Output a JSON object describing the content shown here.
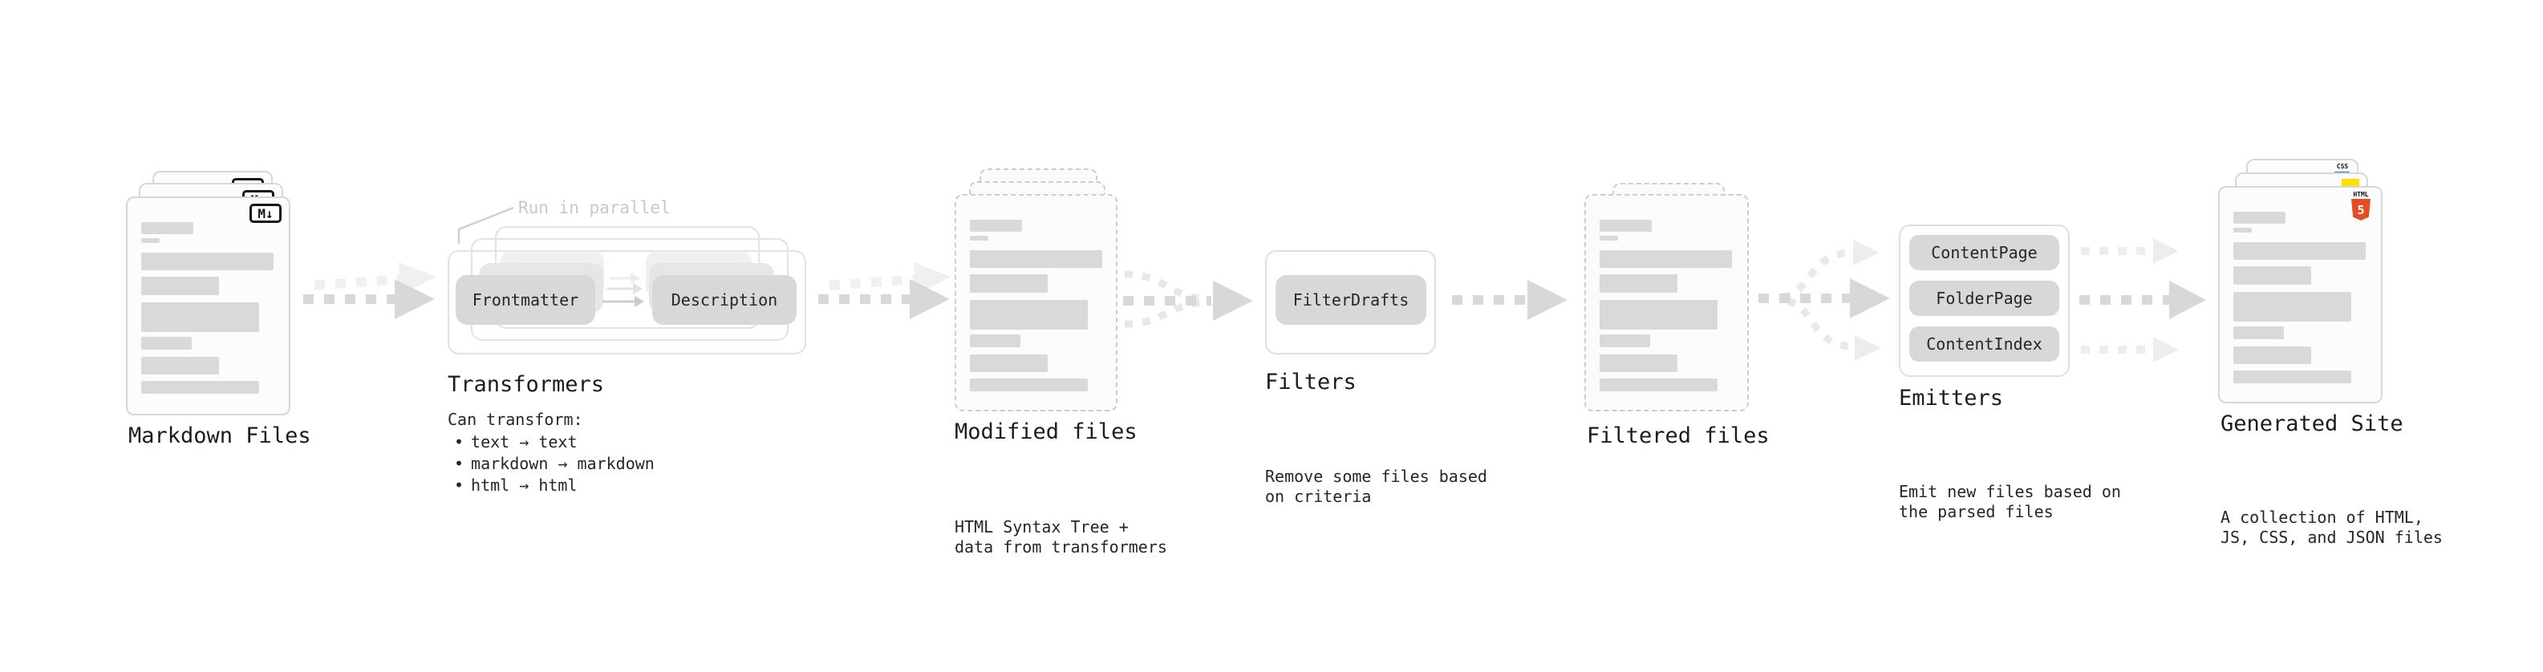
{
  "diagram": {
    "bullet_glyph": "•",
    "callout": "Run in parallel"
  },
  "stages": {
    "markdown": {
      "title": "Markdown Files",
      "badge": "M↓"
    },
    "transformers": {
      "title": "Transformers",
      "desc_heading": "Can transform:",
      "bullets": [
        "text → text",
        "markdown → markdown",
        "html → html"
      ],
      "plugin_from": "Frontmatter",
      "plugin_to": "Description"
    },
    "modified": {
      "title": "Modified files",
      "desc_lines": [
        "HTML Syntax Tree +",
        "data from transformers"
      ]
    },
    "filters": {
      "title": "Filters",
      "plugin": "FilterDrafts",
      "desc_lines": [
        "Remove some files based",
        "on criteria"
      ]
    },
    "filtered": {
      "title": "Filtered files"
    },
    "emitters": {
      "title": "Emitters",
      "plugins": [
        "ContentPage",
        "FolderPage",
        "ContentIndex"
      ],
      "desc_lines": [
        "Emit new files based on",
        "the parsed files"
      ]
    },
    "generated": {
      "title": "Generated Site",
      "desc_lines": [
        "A collection of HTML,",
        "JS, CSS, and JSON files"
      ],
      "css_label": "CSS",
      "html_label": "HTML",
      "html_number": "5"
    }
  },
  "colors": {
    "bar_gray": "#d9d9d9",
    "button_gray": "#d8d8d8",
    "arrow_dark": "#d8d8d8",
    "arrow_light": "#f0f0f0",
    "card_border": "#d7d7d7",
    "dashed_border": "#cdcdcd",
    "muted_text": "#c8c8c8",
    "html5_orange": "#e44d26",
    "js_yellow": "#ffde00",
    "css_blue": "#2b6bea"
  },
  "doc_bars": [
    {
      "w": 65,
      "h": 15,
      "mt": 30
    },
    {
      "w": 23,
      "h": 6,
      "mt": 5
    },
    {
      "w": 165,
      "h": 22,
      "mt": 12
    },
    {
      "w": 97,
      "h": 23,
      "mt": 8
    },
    {
      "w": 147,
      "h": 37,
      "mt": 9
    },
    {
      "w": 63,
      "h": 16,
      "mt": 6
    },
    {
      "w": 97,
      "h": 22,
      "mt": 9
    },
    {
      "w": 147,
      "h": 16,
      "mt": 8
    }
  ]
}
